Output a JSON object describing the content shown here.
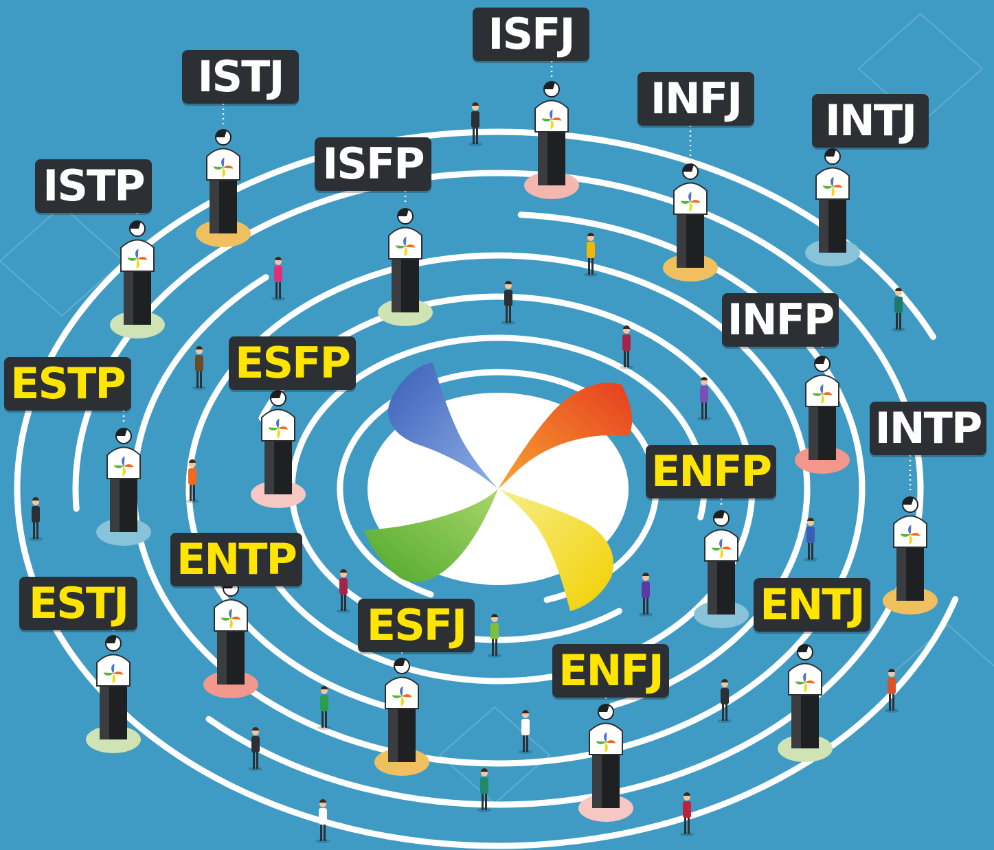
{
  "colors": {
    "background": "#3f9bc4",
    "label_box": "#2c2f33",
    "introvert_text": "#ffffff",
    "extravert_text": "#ffe500",
    "ring": "#ffffff"
  },
  "logo": {
    "name": "pinwheel-logo",
    "petal_colors": [
      "#4a73c9",
      "#f26a1b",
      "#f2d80f",
      "#5cb33a"
    ]
  },
  "types": [
    {
      "code": "ISFJ",
      "group": "introvert",
      "base_color": "#f3b7b0"
    },
    {
      "code": "ISTJ",
      "group": "introvert",
      "base_color": "#f0c060"
    },
    {
      "code": "INFJ",
      "group": "introvert",
      "base_color": "#f0c060"
    },
    {
      "code": "INTJ",
      "group": "introvert",
      "base_color": "#88c3da"
    },
    {
      "code": "ISFP",
      "group": "introvert",
      "base_color": "#cfe3b4"
    },
    {
      "code": "ISTP",
      "group": "introvert",
      "base_color": "#cfe3b4"
    },
    {
      "code": "INFP",
      "group": "introvert",
      "base_color": "#f3968b"
    },
    {
      "code": "ESFP",
      "group": "extravert",
      "base_color": "#f7c7c4"
    },
    {
      "code": "ESTP",
      "group": "extravert",
      "base_color": "#88c3da"
    },
    {
      "code": "INTP",
      "group": "introvert",
      "base_color": "#f0c060"
    },
    {
      "code": "ENFP",
      "group": "extravert",
      "base_color": "#88c3da"
    },
    {
      "code": "ENTP",
      "group": "extravert",
      "base_color": "#f3968b"
    },
    {
      "code": "ESTJ",
      "group": "extravert",
      "base_color": "#cfe3b4"
    },
    {
      "code": "ENTJ",
      "group": "extravert",
      "base_color": "#cfe3b4"
    },
    {
      "code": "ESFJ",
      "group": "extravert",
      "base_color": "#f0c060"
    },
    {
      "code": "ENFJ",
      "group": "extravert",
      "base_color": "#f7c7c4"
    }
  ]
}
